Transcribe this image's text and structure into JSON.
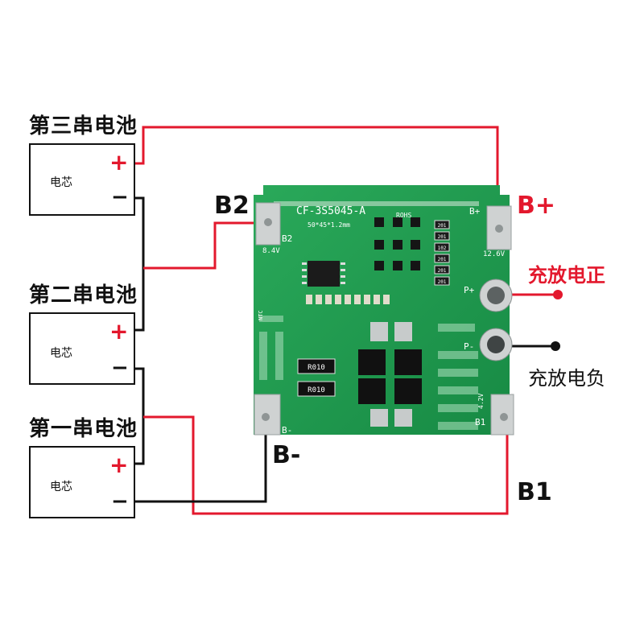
{
  "cells": [
    {
      "title": "第三串电池",
      "label": "电芯",
      "plus": "+",
      "minus": "−"
    },
    {
      "title": "第二串电池",
      "label": "电芯",
      "plus": "+",
      "minus": "−"
    },
    {
      "title": "第一串电池",
      "label": "电芯",
      "plus": "+",
      "minus": "−"
    }
  ],
  "labels": {
    "b2": "B2",
    "b_plus": "B+",
    "b_minus": "B-",
    "b1": "B1",
    "charge_pos": "充放电正",
    "charge_neg": "充放电负"
  },
  "board": {
    "model": "CF-3S5045-A",
    "size": "50*45*1.2mm",
    "rohs": "ROHS",
    "pad_b2": "B2",
    "v_b2": "8.4V",
    "pad_bplus": "B+",
    "v_bplus": "12.6V",
    "pad_pplus": "P+",
    "pad_pminus": "P-",
    "pad_bminus": "B-",
    "pad_b1": "B1",
    "v_b1": "4.2V",
    "ntc": "NTC",
    "res1": "R010",
    "res2": "R010",
    "smd": [
      "201",
      "201",
      "102",
      "201",
      "201",
      "201"
    ]
  },
  "colors": {
    "wire_red": "#e3182d",
    "wire_black": "#111111",
    "pcb_green": "#1f9a4e",
    "pad_silver": "#cfd2d2"
  }
}
